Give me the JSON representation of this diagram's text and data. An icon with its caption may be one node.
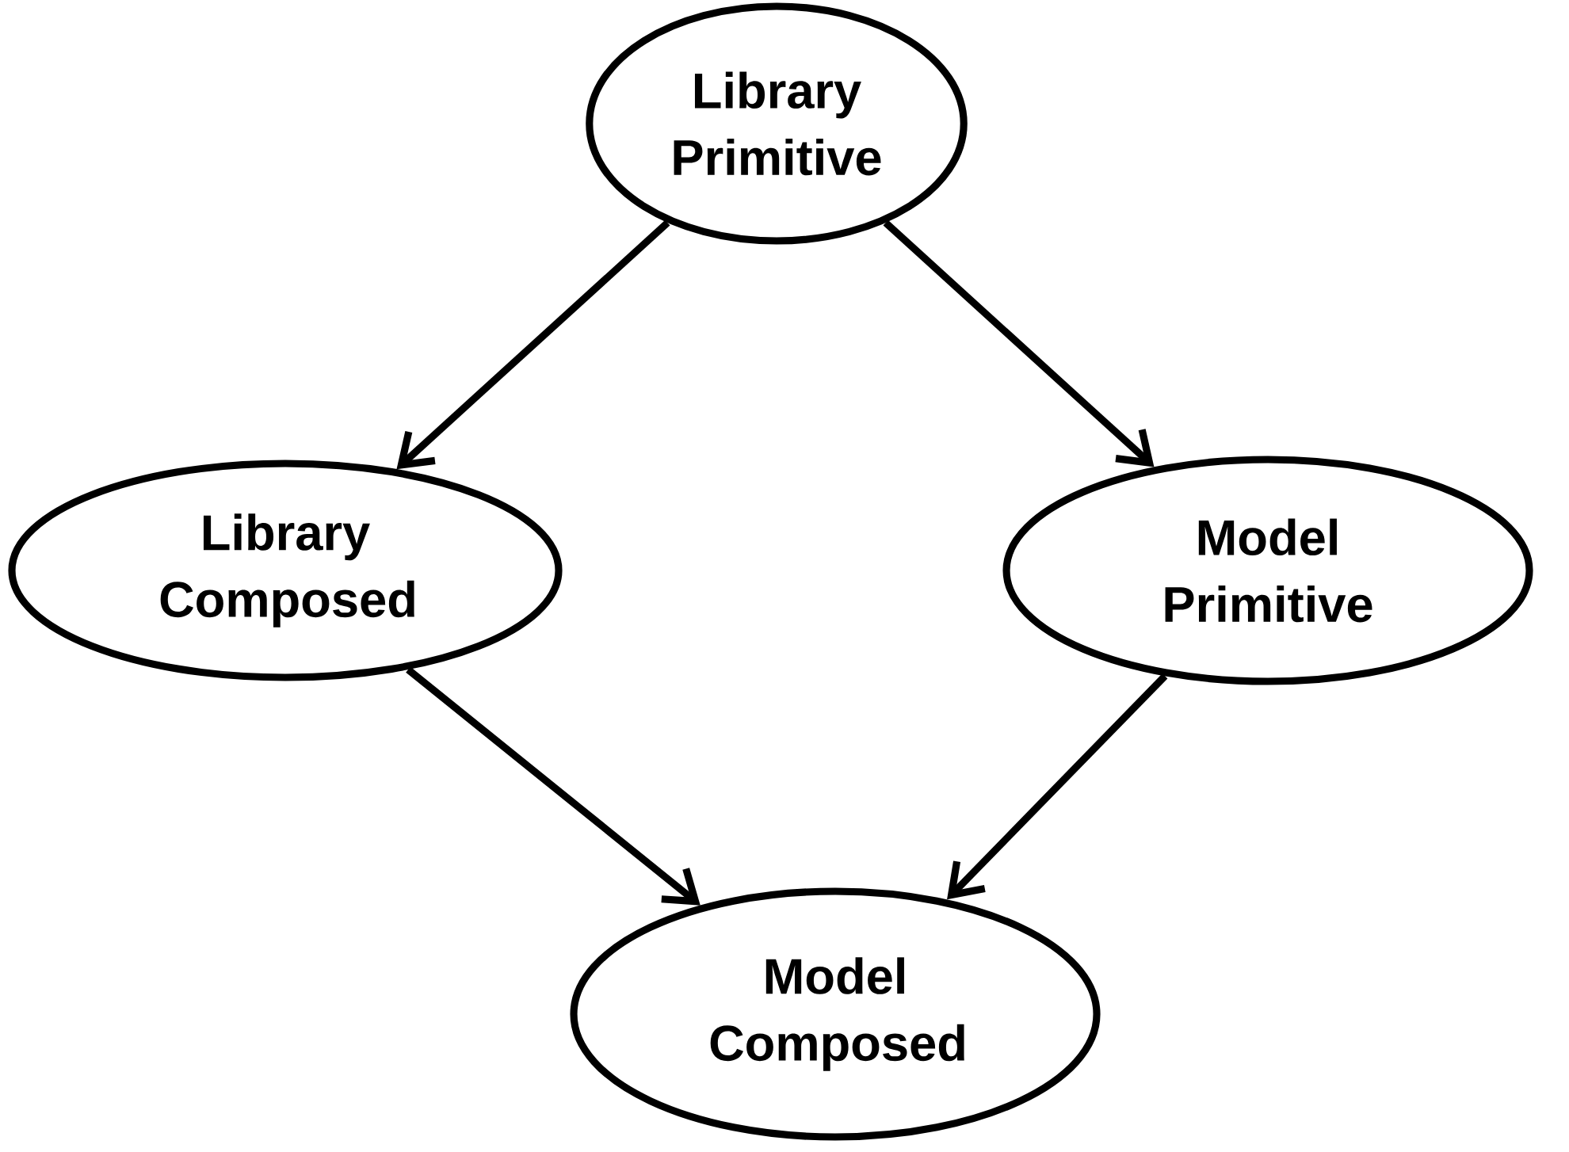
{
  "diagram": {
    "nodes": [
      {
        "text": [
          "Library Primitive"
        ]
      },
      {
        "text": [
          "Library Composed"
        ]
      },
      {
        "text": [
          "Model Primitive"
        ]
      },
      {
        "text": [
          "Model Composed"
        ]
      }
    ],
    "edges": [
      {
        "from": 0,
        "to": 1,
        "arrow": "to"
      },
      {
        "from": 0,
        "to": 2,
        "arrow": "to"
      },
      {
        "from": 1,
        "to": 3,
        "arrow": "to"
      },
      {
        "from": 2,
        "to": 3,
        "arrow": "to"
      }
    ]
  }
}
